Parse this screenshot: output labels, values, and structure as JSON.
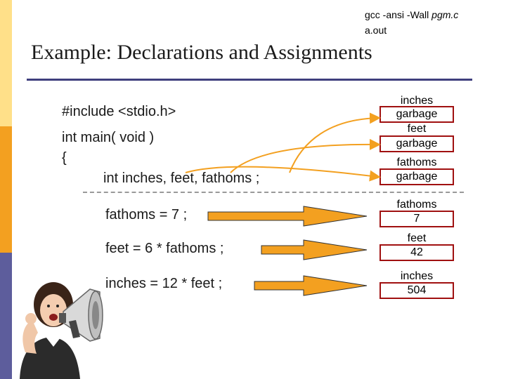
{
  "command": {
    "line1_prefix": "gcc  -ansi  -Wall  ",
    "line1_file": "pgm.c",
    "line2": "a.out"
  },
  "title": "Example: Declarations and Assignments",
  "code": {
    "include": "#include <stdio.h>",
    "main": "int main( void )",
    "brace": "{",
    "decl": "int  inches, feet, fathoms ;",
    "assign_fathoms": "fathoms = 7 ;",
    "assign_feet": "feet = 6 * fathoms ;",
    "assign_inches": "inches = 12 * feet ;"
  },
  "memory_before": [
    {
      "name": "inches",
      "value": "garbage"
    },
    {
      "name": "feet",
      "value": "garbage"
    },
    {
      "name": "fathoms",
      "value": "garbage"
    }
  ],
  "memory_after": [
    {
      "name": "fathoms",
      "value": "7"
    },
    {
      "name": "feet",
      "value": "42"
    },
    {
      "name": "inches",
      "value": "504"
    }
  ],
  "colors": {
    "accent_orange": "#f3a020",
    "box_border": "#a01010",
    "rule": "#3f3f7d"
  }
}
